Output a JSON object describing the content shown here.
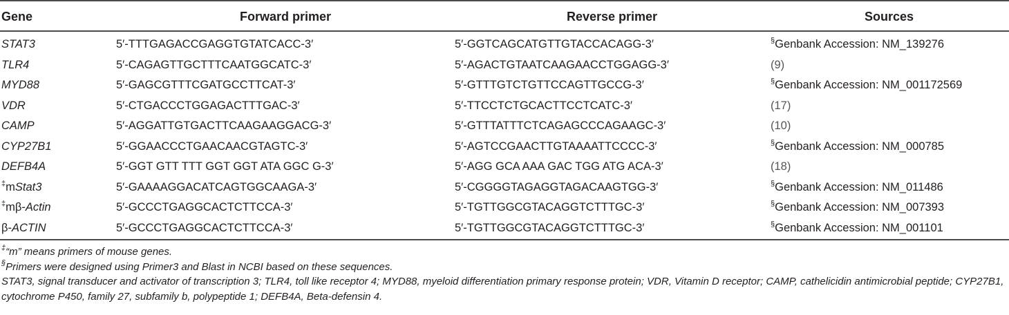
{
  "table": {
    "headers": [
      "Gene",
      "Forward primer",
      "Reverse primer",
      "Sources"
    ],
    "rows": [
      {
        "prefix": "",
        "mark": "",
        "gene": "STAT3",
        "forward": "5′-TTTGAGACCGAGGTGTATCACC-3′",
        "reverse": "5′-GGTCAGCATGTTGTACCACAGG-3′",
        "src_mark": "§",
        "source": "Genbank Accession: NM_139276"
      },
      {
        "prefix": "",
        "mark": "",
        "gene": "TLR4",
        "forward": "5′-CAGAGTTGCTTTCAATGGCATC-3′",
        "reverse": "5′-AGACTGTAATCAAGAACCTGGAGG-3′",
        "src_mark": "",
        "source": "(9)"
      },
      {
        "prefix": "",
        "mark": "",
        "gene": "MYD88",
        "forward": "5′-GAGCGTTTCGATGCCTTCAT-3′",
        "reverse": "5′-GTTTGTCTGTTCCAGTTGCCG-3′",
        "src_mark": "§",
        "source": "Genbank Accession: NM_001172569"
      },
      {
        "prefix": "",
        "mark": "",
        "gene": "VDR",
        "forward": "5′-CTGACCCTGGAGACTTTGAC-3′",
        "reverse": "5′-TTCCTCTGCACTTCCTCATC-3′",
        "src_mark": "",
        "source": "(17)"
      },
      {
        "prefix": "",
        "mark": "",
        "gene": "CAMP",
        "forward": "5′-AGGATTGTGACTTCAAGAAGGACG-3′",
        "reverse": "5′-GTTTATTTCTCAGAGCCCAGAAGC-3′",
        "src_mark": "",
        "source": "(10)"
      },
      {
        "prefix": "",
        "mark": "",
        "gene": "CYP27B1",
        "forward": "5′-GGAACCCTGAACAACGTAGTC-3′",
        "reverse": "5′-AGTCCGAACTTGTAAAATTCCCC-3′",
        "src_mark": "§",
        "source": "Genbank Accession: NM_000785"
      },
      {
        "prefix": "",
        "mark": "",
        "gene": "DEFB4A",
        "forward": "5′-GGT GTT TTT GGT GGT ATA GGC G-3′",
        "reverse": "5′-AGG GCA AAA GAC TGG ATG ACA-3′",
        "src_mark": "",
        "source": "(18)"
      },
      {
        "prefix": "m",
        "mark": "‡",
        "gene": "Stat3",
        "forward": "5′-GAAAAGGACATCAGTGGCAAGA-3′",
        "reverse": "5′-CGGGGTAGAGGTAGACAAGTGG-3′",
        "src_mark": "§",
        "source": "Genbank Accession:  NM_011486"
      },
      {
        "prefix": "mβ-",
        "mark": "‡",
        "gene": "Actin",
        "forward": "5′-GCCCTGAGGCACTCTTCCA-3′",
        "reverse": "5′-TGTTGGCGTACAGGTCTTTGC-3′",
        "src_mark": "§",
        "source": "Genbank Accession: NM_007393"
      },
      {
        "prefix": "β-",
        "mark": "",
        "gene": "ACTIN",
        "forward": "5′-GCCCTGAGGCACTCTTCCA-3′",
        "reverse": "5′-TGTTGGCGTACAGGTCTTTGC-3′",
        "src_mark": "§",
        "source": "Genbank Accession: NM_001101"
      }
    ]
  },
  "footnotes": {
    "mark1": "‡",
    "note1": "“m” means primers of mouse genes.",
    "mark2": "§",
    "note2": "Primers were designed using Primer3 and Blast in NCBI based on these sequences.",
    "abbreviations": "STAT3, signal transducer and activator of transcription 3; TLR4, toll like receptor 4; MYD88, myeloid differentiation primary response protein; VDR, Vitamin D receptor;  CAMP, cathelicidin antimicrobial peptide; CYP27B1, cytochrome P450, family 27, subfamily b, polypeptide 1; DEFB4A, Beta-defensin 4."
  }
}
